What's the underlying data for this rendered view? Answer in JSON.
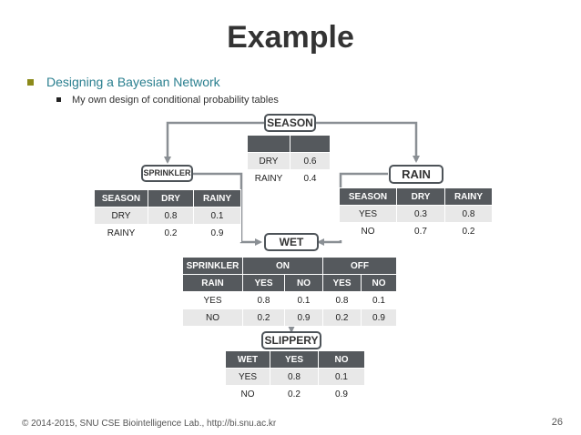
{
  "title": "Example",
  "bullets": {
    "main": "Designing a Bayesian Network",
    "sub": "My own design of conditional probability tables"
  },
  "nodes": {
    "season": "SEASON",
    "sprinkler": "SPRINKLER",
    "rain": "RAIN",
    "wet": "WET",
    "slippery": "SLIPPERY"
  },
  "season_table": {
    "headers": [
      "",
      ""
    ],
    "rows": [
      [
        "DRY",
        "0.6"
      ],
      [
        "RAINY",
        "0.4"
      ]
    ]
  },
  "sprinkler_table": {
    "headers": [
      "SEASON",
      "DRY",
      "RAINY"
    ],
    "rows": [
      [
        "DRY",
        "0.8",
        "0.1"
      ],
      [
        "RAINY",
        "0.2",
        "0.9"
      ]
    ]
  },
  "rain_table": {
    "headers": [
      "SEASON",
      "DRY",
      "RAINY"
    ],
    "rows": [
      [
        "YES",
        "0.3",
        "0.8"
      ],
      [
        "NO",
        "0.7",
        "0.2"
      ]
    ]
  },
  "wet_table": {
    "header1": [
      "SPRINKLER",
      "ON",
      "OFF"
    ],
    "header2": [
      "RAIN",
      "YES",
      "NO",
      "YES",
      "NO"
    ],
    "rows": [
      [
        "YES",
        "0.8",
        "0.1",
        "0.8",
        "0.1"
      ],
      [
        "NO",
        "0.2",
        "0.9",
        "0.2",
        "0.9"
      ]
    ]
  },
  "slippery_table": {
    "headers": [
      "WET",
      "YES",
      "NO"
    ],
    "rows": [
      [
        "YES",
        "0.8",
        "0.1"
      ],
      [
        "NO",
        "0.2",
        "0.9"
      ]
    ]
  },
  "footer": "© 2014-2015, SNU CSE Biointelligence Lab., http://bi.snu.ac.kr",
  "page_number": "26",
  "colors": {
    "header_bg": "#55595d",
    "row_alt": "#e8e8e8",
    "accent_bullet": "#8c8a1a",
    "bullet_text": "#2a7f8f",
    "arrow": "#8a8f94"
  }
}
